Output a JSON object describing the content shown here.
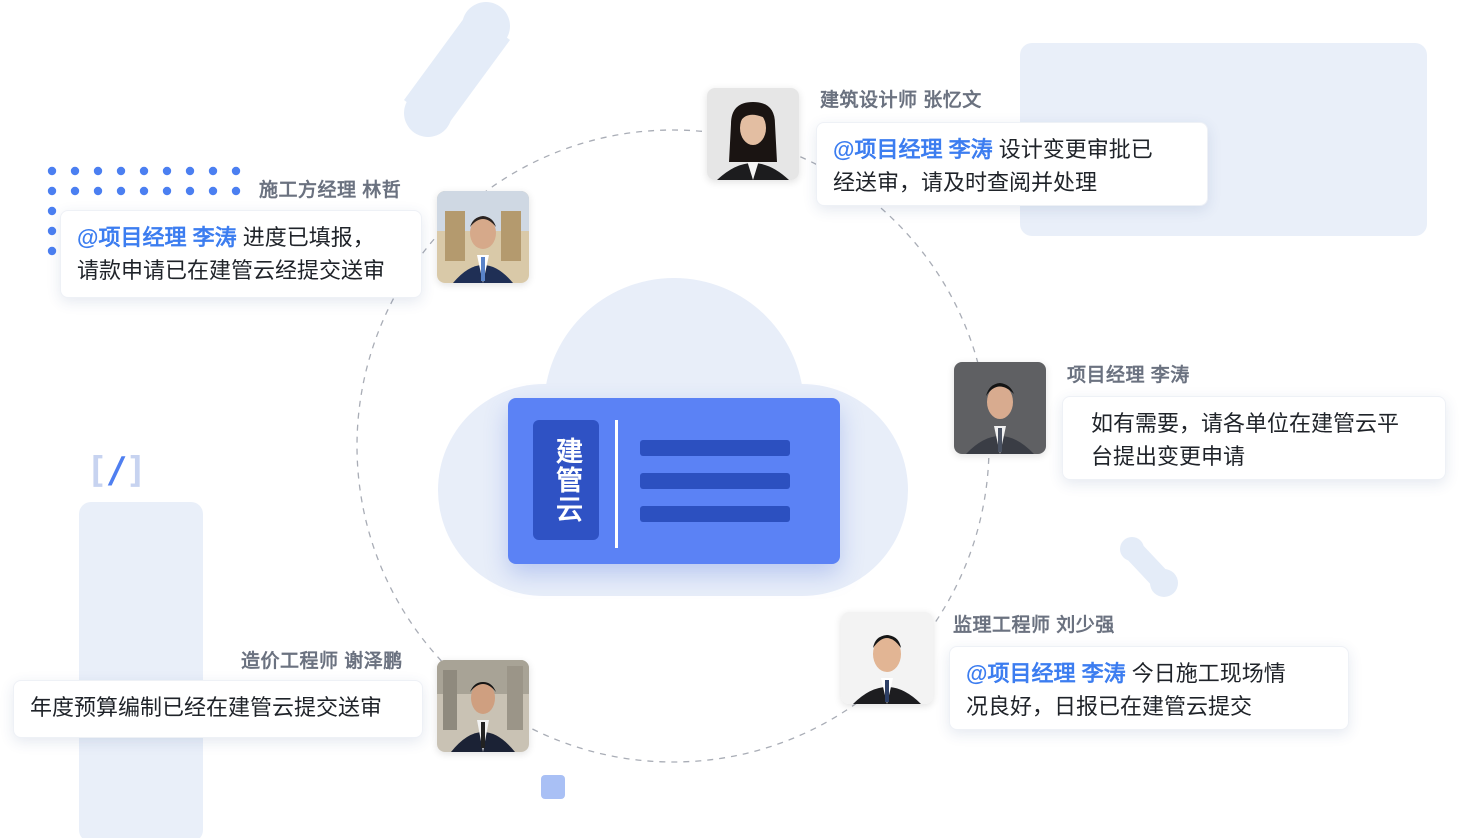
{
  "center": {
    "logo_text": "建管云"
  },
  "messages": [
    {
      "id": "lin",
      "name": "施工方经理 林哲",
      "mention": "@项目经理 李涛",
      "line1": "进度已填报，",
      "line2": "请款申请已在建管云经提交送审"
    },
    {
      "id": "zhang",
      "name": "建筑设计师 张忆文",
      "mention": "@项目经理 李涛",
      "line1": "设计变更审批已",
      "line2": "经送审，请及时查阅并处理"
    },
    {
      "id": "li",
      "name": "项目经理 李涛",
      "mention": "",
      "line1": "如有需要，请各单位在建管云平",
      "line2": "台提出变更申请"
    },
    {
      "id": "liu",
      "name": "监理工程师 刘少强",
      "mention": "@项目经理 李涛",
      "line1": "今日施工现场情",
      "line2": "况良好，日报已在建管云提交"
    },
    {
      "id": "xie",
      "name": "造价工程师 谢泽鹏",
      "mention": "",
      "line1": "年度预算编制已经在建管云提交送审",
      "line2": ""
    }
  ],
  "colors": {
    "accent": "#5b82f5",
    "accent_dark": "#2f52c4",
    "mention": "#3c7df0",
    "panel": "#e9eff9",
    "cloud": "#e8eef9"
  },
  "icons": [
    "code-bracket-icon",
    "molecule-icon",
    "dot-grid-icon"
  ]
}
